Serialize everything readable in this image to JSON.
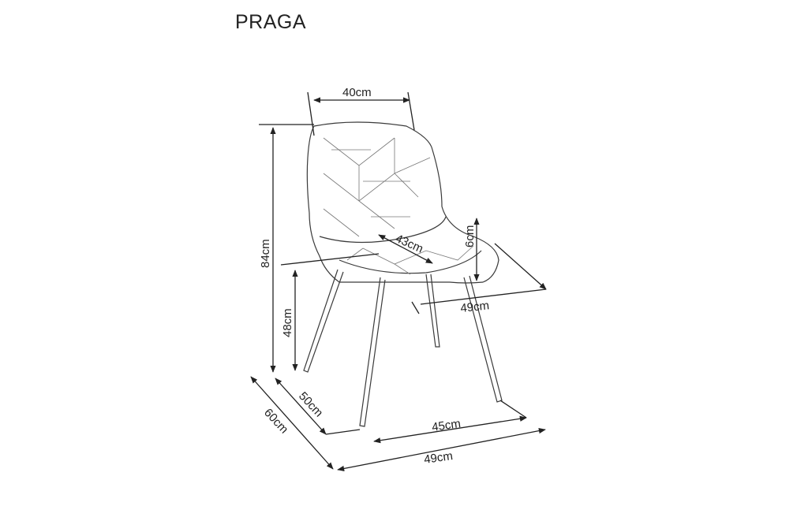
{
  "title": "PRAGA",
  "dimensions": {
    "seat_width_top": "40cm",
    "total_height": "84cm",
    "seat_depth": "43cm",
    "cushion_thickness": "6cm",
    "seat_width": "49cm",
    "seat_height": "48cm",
    "leg_depth": "50cm",
    "total_depth": "60cm",
    "leg_width": "45cm",
    "total_width": "49cm"
  }
}
